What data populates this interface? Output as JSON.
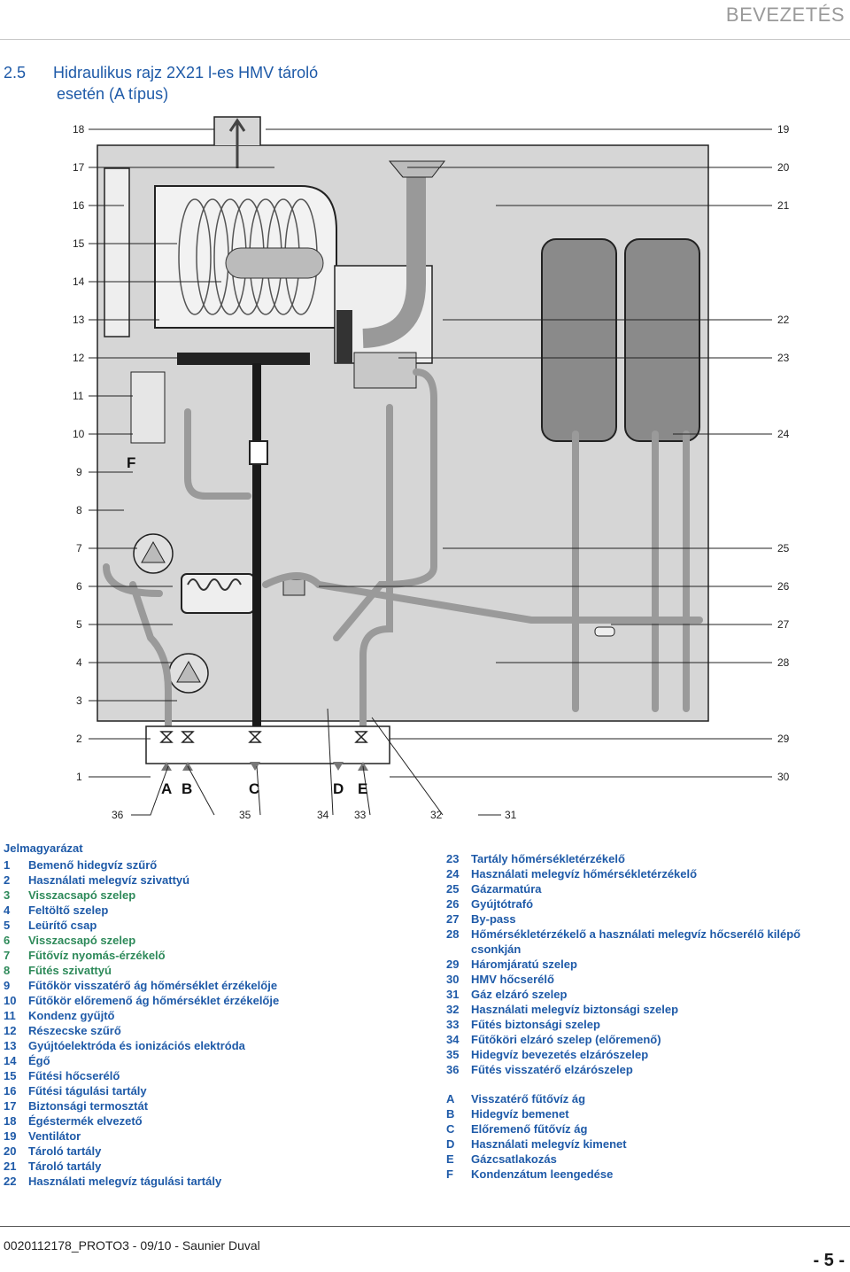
{
  "header": {
    "section": "BEVEZETÉS"
  },
  "title": {
    "number": "2.5",
    "line1": "Hidraulikus rajz 2X21 l-es HMV tároló",
    "line2": "esetén (A típus)"
  },
  "diagram": {
    "left_callouts": [
      "18",
      "17",
      "16",
      "15",
      "14",
      "13",
      "12",
      "11",
      "10",
      "9",
      "8",
      "7",
      "6",
      "5",
      "4",
      "3",
      "2",
      "1"
    ],
    "right_callouts": [
      "19",
      "20",
      "21",
      "22",
      "23",
      "24",
      "25",
      "26",
      "27",
      "28",
      "29",
      "30"
    ],
    "bottom_callouts": [
      "36",
      "35",
      "34",
      "33",
      "32",
      "31"
    ],
    "connections": [
      "A",
      "B",
      "C",
      "D",
      "E"
    ],
    "condensate_label": "F"
  },
  "legend": {
    "title": "Jelmagyarázat",
    "left": [
      {
        "k": "1",
        "v": "Bemenő hidegvíz szűrő"
      },
      {
        "k": "2",
        "v": "Használati melegvíz szivattyú"
      },
      {
        "k": "3",
        "v": "Visszacsapó szelep"
      },
      {
        "k": "4",
        "v": "Feltöltő szelep"
      },
      {
        "k": "5",
        "v": "Leürítő csap"
      },
      {
        "k": "6",
        "v": "Visszacsapó szelep"
      },
      {
        "k": "7",
        "v": "Fűtővíz nyomás-érzékelő"
      },
      {
        "k": "8",
        "v": "Fűtés szivattyú"
      },
      {
        "k": "9",
        "v": "Fűtőkör visszatérő ág hőmérséklet érzékelője"
      },
      {
        "k": "10",
        "v": "Fűtőkör előremenő ág hőmérséklet érzékelője"
      },
      {
        "k": "11",
        "v": "Kondenz gyűjtő"
      },
      {
        "k": "12",
        "v": "Részecske szűrő"
      },
      {
        "k": "13",
        "v": "Gyújtóelektróda és ionizációs elektróda"
      },
      {
        "k": "14",
        "v": "Égő"
      },
      {
        "k": "15",
        "v": "Fűtési hőcserélő"
      },
      {
        "k": "16",
        "v": "Fűtési tágulási tartály"
      },
      {
        "k": "17",
        "v": "Biztonsági termosztát"
      },
      {
        "k": "18",
        "v": "Égéstermék elvezető"
      },
      {
        "k": "19",
        "v": "Ventilátor"
      },
      {
        "k": "20",
        "v": "Tároló tartály"
      },
      {
        "k": "21",
        "v": "Tároló tartály"
      },
      {
        "k": "22",
        "v": "Használati melegvíz tágulási tartály"
      }
    ],
    "right": [
      {
        "k": "23",
        "v": "Tartály hőmérsékletérzékelő"
      },
      {
        "k": "24",
        "v": "Használati melegvíz hőmérsékletérzékelő"
      },
      {
        "k": "25",
        "v": "Gázarmatúra"
      },
      {
        "k": "26",
        "v": "Gyújtótrafó"
      },
      {
        "k": "27",
        "v": "By-pass"
      },
      {
        "k": "28",
        "v": "Hőmérsékletérzékelő a használati melegvíz hőcserélő kilépő csonkján"
      },
      {
        "k": "29",
        "v": "Háromjáratú szelep"
      },
      {
        "k": "30",
        "v": "HMV hőcserélő"
      },
      {
        "k": "31",
        "v": "Gáz elzáró szelep"
      },
      {
        "k": "32",
        "v": "Használati melegvíz biztonsági szelep"
      },
      {
        "k": "33",
        "v": "Fűtés biztonsági szelep"
      },
      {
        "k": "34",
        "v": "Fűtőköri elzáró szelep (előremenő)"
      },
      {
        "k": "35",
        "v": "Hidegvíz bevezetés elzárószelep"
      },
      {
        "k": "36",
        "v": "Fűtés visszatérő elzárószelep"
      }
    ],
    "letters": [
      {
        "k": "A",
        "v": "Visszatérő fűtővíz ág"
      },
      {
        "k": "B",
        "v": "Hidegvíz bemenet"
      },
      {
        "k": "C",
        "v": "Előremenő fűtővíz ág"
      },
      {
        "k": "D",
        "v": "Használati melegvíz kimenet"
      },
      {
        "k": "E",
        "v": "Gázcsatlakozás"
      },
      {
        "k": "F",
        "v": "Kondenzátum leengedése"
      }
    ]
  },
  "footer": {
    "doc": "0020112178_PROTO3 - 09/10 - Saunier Duval",
    "page": "- 5 -"
  }
}
